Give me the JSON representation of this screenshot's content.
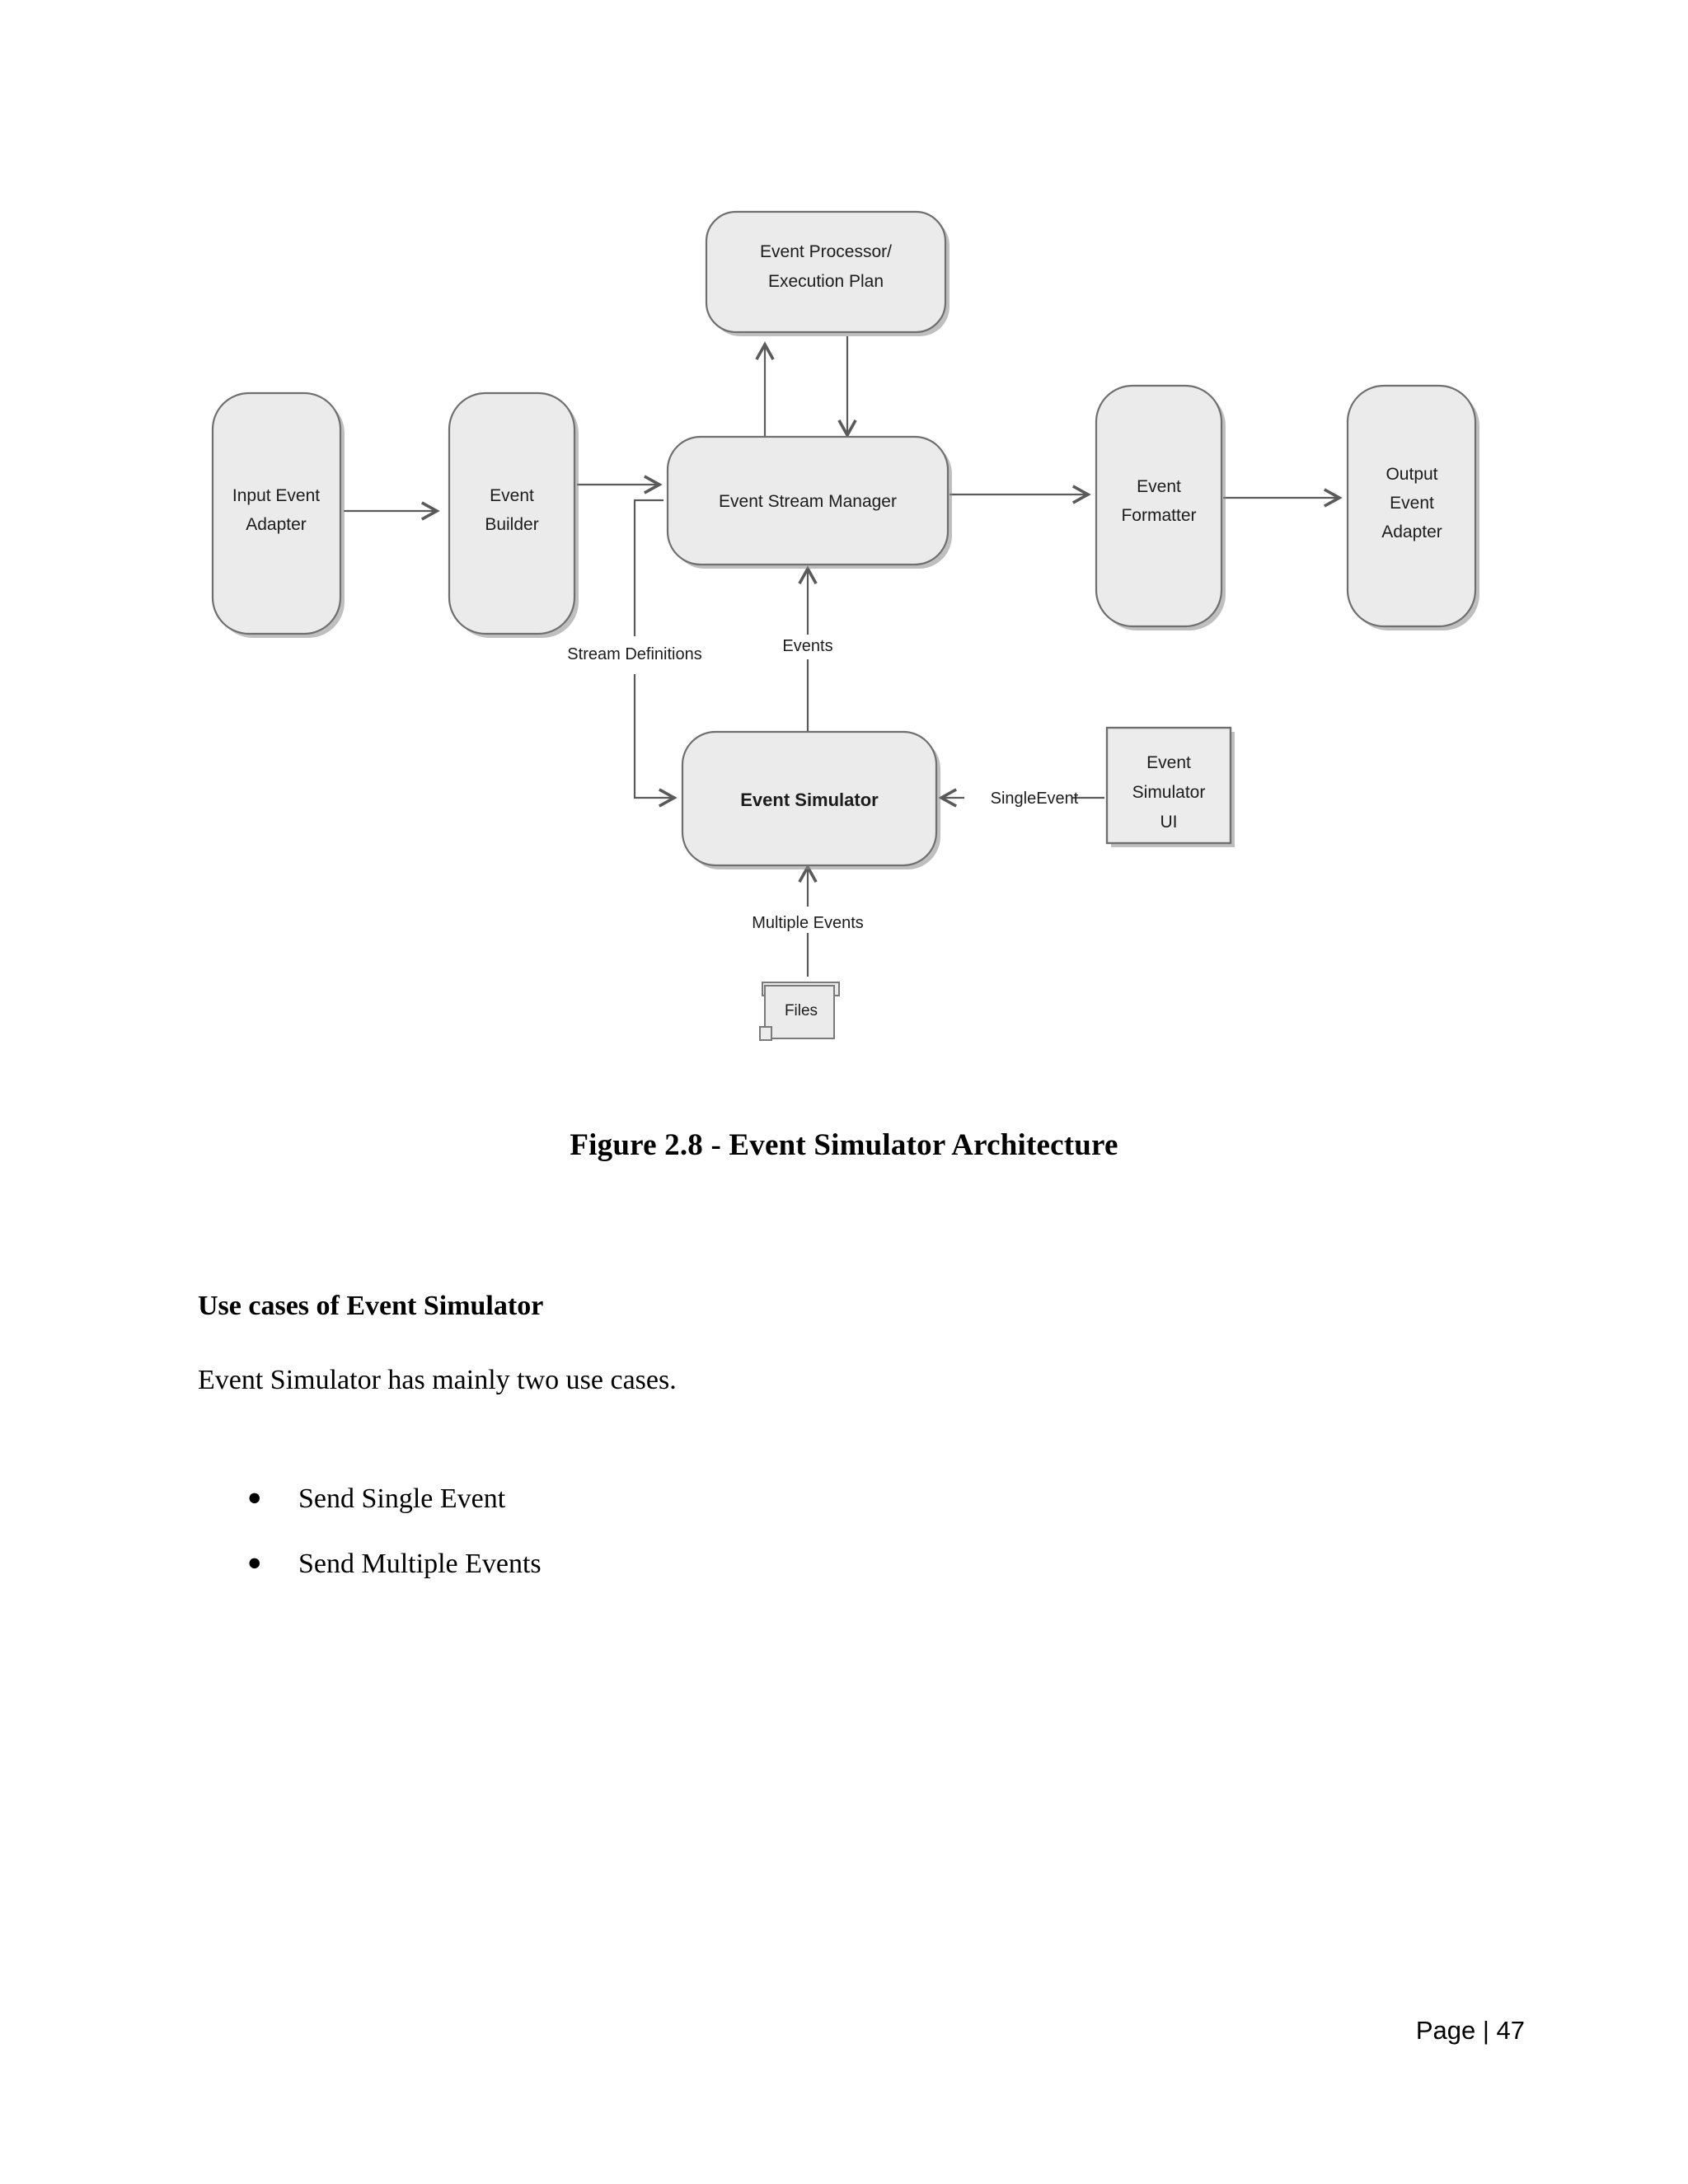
{
  "document": {
    "page_footer": "Page | 47",
    "figure_caption": "Figure 2.8 - Event Simulator Architecture",
    "section_heading": "Use cases of Event Simulator",
    "intro_paragraph": "Event Simulator has mainly two use cases.",
    "bullet_glyph": "●",
    "use_cases": [
      {
        "label": "Send Single Event"
      },
      {
        "label": "Send Multiple Events"
      }
    ]
  },
  "diagram": {
    "title": "Event Simulator Architecture",
    "colors": {
      "node_fill": "#ebebeb",
      "node_stroke": "#6f6f6f",
      "connector": "#5a5a5a",
      "text": "#1c1c1c",
      "ui_node_fill": "#ececec"
    },
    "nodes": [
      {
        "id": "input-event-adapter",
        "line1": "Input Event",
        "line2": "Adapter",
        "shape": "rounded-rect"
      },
      {
        "id": "event-builder",
        "line1": "Event",
        "line2": "Builder",
        "shape": "rounded-rect"
      },
      {
        "id": "event-stream-manager",
        "line1": "Event Stream Manager",
        "line2": "",
        "shape": "rounded-rect"
      },
      {
        "id": "event-processor",
        "line1": "Event Processor/",
        "line2": "Execution Plan",
        "shape": "rounded-rect"
      },
      {
        "id": "event-formatter",
        "line1": "Event",
        "line2": "Formatter",
        "shape": "rounded-rect"
      },
      {
        "id": "output-event-adapter",
        "line1": "Output",
        "line2": "Event",
        "line3": "Adapter",
        "shape": "rounded-rect"
      },
      {
        "id": "event-simulator",
        "line1": "Event Simulator",
        "line2": "",
        "shape": "rounded-rect",
        "bold": true
      },
      {
        "id": "event-simulator-ui",
        "line1": "Event",
        "line2": "Simulator",
        "line3": "UI",
        "shape": "rect"
      },
      {
        "id": "files",
        "line1": "Files",
        "line2": "",
        "shape": "document"
      }
    ],
    "edge_labels": [
      {
        "id": "stream-definitions",
        "text": "Stream Definitions"
      },
      {
        "id": "events",
        "text": "Events"
      },
      {
        "id": "single-event",
        "text": "SingleEvent"
      },
      {
        "id": "multiple-events",
        "text": "Multiple Events"
      }
    ]
  }
}
